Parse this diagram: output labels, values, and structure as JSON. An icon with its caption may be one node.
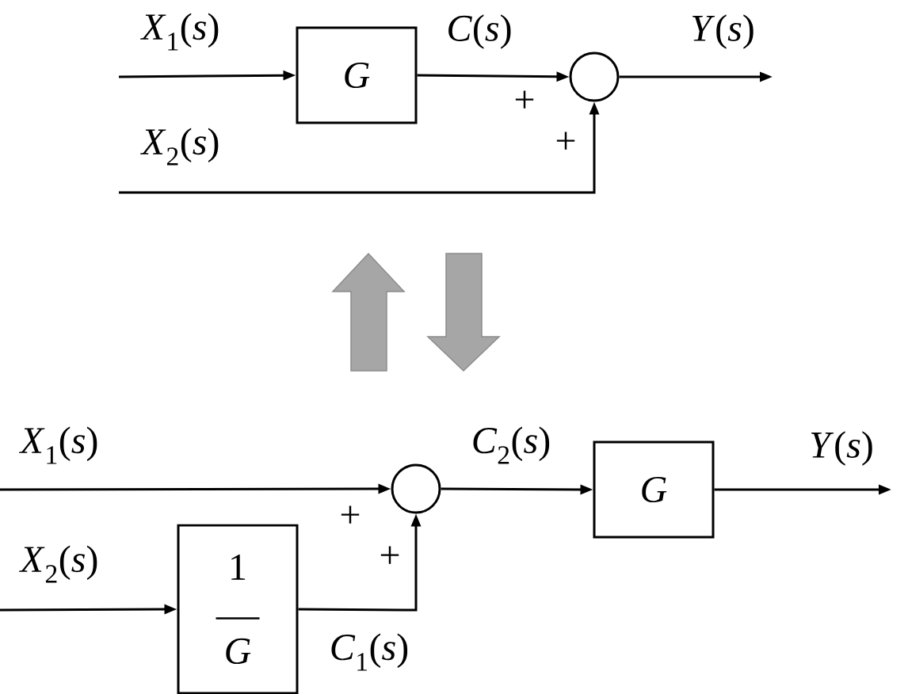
{
  "diagram": {
    "nodes": [
      {
        "text": [
          "G"
        ]
      },
      {
        "text": [],
        "shape": "circle"
      },
      {
        "text": [],
        "shape": "circle"
      },
      {
        "text": [
          "G"
        ]
      },
      {
        "text": [
          "1",
          "G"
        ]
      }
    ],
    "edges": [
      {
        "from": null,
        "to": 0,
        "arrow": "to",
        "label": "*X*$_{1}$(*s*)"
      },
      {
        "from": 0,
        "to": 1,
        "arrow": "to",
        "label": "*C*(*s*)"
      },
      {
        "from": null,
        "to": 1,
        "arrow": "to",
        "label": "*X*$_{2}$(*s*)"
      },
      {
        "from": 1,
        "to": null,
        "arrow": "to",
        "label": "*Y*(*s*)"
      },
      {
        "from": null,
        "to": 2,
        "arrow": "to",
        "label": "*X*$_{1}$(*s*)"
      },
      {
        "from": null,
        "to": 4,
        "arrow": "to",
        "label": "*X*$_{2}$(*s*)"
      },
      {
        "from": 4,
        "to": 2,
        "arrow": "to",
        "label": "*C*$_{1}$(*s*)"
      },
      {
        "from": 2,
        "to": 3,
        "arrow": "to",
        "label": "*C*$_{2}$(*s*)"
      },
      {
        "from": 3,
        "to": null,
        "arrow": "to",
        "label": "*Y*(*s*)"
      }
    ],
    "labels": [
      "+",
      "+",
      "+",
      "+"
    ]
  }
}
